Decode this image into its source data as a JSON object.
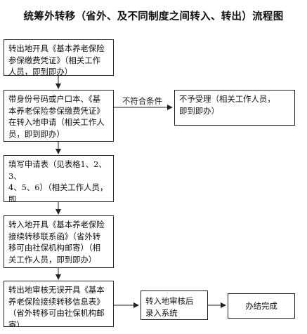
{
  "title": "统筹外转移（省外、及不同制度之间转入、转出）流程图",
  "nodes": {
    "step1": "转出地开具《基本养老保险\n参保缴费凭证》（相关工作\n人员，即到即办）",
    "step2": "带身份号码或户口本、《基\n本养老保险参保缴费凭证》\n在转入地申请（相关工作人\n员，即到即办）",
    "reject": "不予受理（相关工作人员，\n即到即办）",
    "step3": "填写申请表（见表格1、2、3、\n4、5、6）（相关工作人员，即\n到即办）",
    "step4": "转入地开具《基本养老保险\n接续转移联系函》（省外转\n移可由社保机构邮寄）（相\n关工作人员，即到即办）",
    "step5": "转出地审核无误开具《基本\n养老保险接续转移信息表》\n（省外转移可由社保机构邮\n寄）",
    "step6": "转入地审核后\n录入系统",
    "done": "办结完成"
  },
  "edge_labels": {
    "reject_condition": "不符合条件"
  }
}
